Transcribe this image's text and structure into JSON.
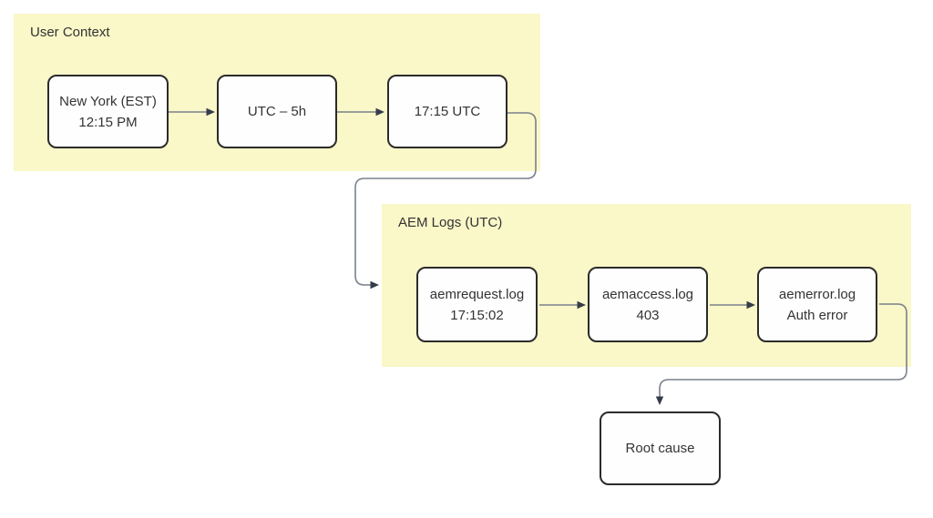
{
  "diagram": {
    "type": "flowchart",
    "direction": "left-to-right"
  },
  "groups": [
    {
      "id": "user-context",
      "label": "User Context"
    },
    {
      "id": "aem-logs",
      "label": "AEM Logs (UTC)"
    }
  ],
  "nodes": [
    {
      "id": "new-york",
      "lines": [
        "New York (EST)",
        "12:15 PM"
      ]
    },
    {
      "id": "utc-offset",
      "lines": [
        "UTC – 5h"
      ]
    },
    {
      "id": "utc-time",
      "lines": [
        "17:15 UTC"
      ]
    },
    {
      "id": "aemrequest",
      "lines": [
        "aemrequest.log",
        "17:15:02"
      ]
    },
    {
      "id": "aemaccess",
      "lines": [
        "aemaccess.log",
        "403"
      ]
    },
    {
      "id": "aemerror",
      "lines": [
        "aemerror.log",
        "Auth error"
      ]
    },
    {
      "id": "root-cause",
      "lines": [
        "Root cause"
      ]
    }
  ],
  "edges": [
    {
      "from": "new-york",
      "to": "utc-offset"
    },
    {
      "from": "utc-offset",
      "to": "utc-time"
    },
    {
      "from": "utc-time",
      "to": "aem-logs"
    },
    {
      "from": "aemrequest",
      "to": "aemaccess"
    },
    {
      "from": "aemaccess",
      "to": "aemerror"
    },
    {
      "from": "aemerror",
      "to": "root-cause"
    }
  ],
  "colors": {
    "group_fill": "#faf7c8",
    "node_fill": "#fefefe",
    "node_border": "#2b2b2b",
    "edge_line": "#7a818c",
    "arrowhead": "#353c49",
    "text": "#333333",
    "background": "#ffffff"
  }
}
